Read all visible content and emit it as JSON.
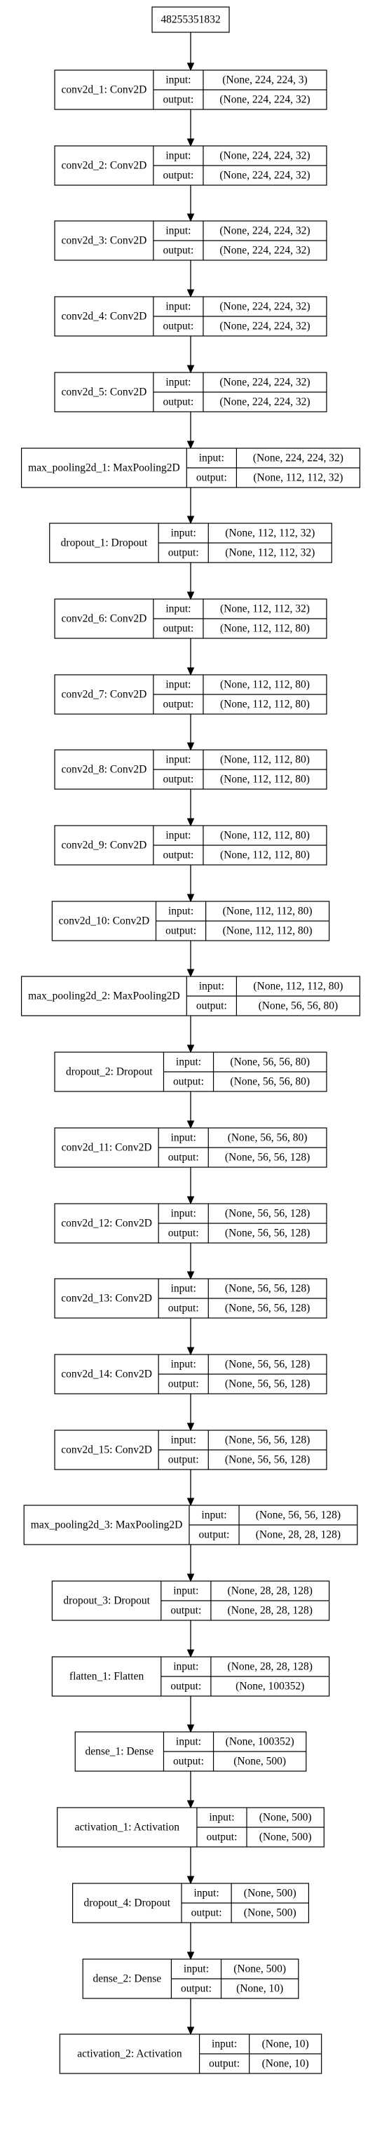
{
  "input_node": {
    "label": "48255351832"
  },
  "labels": {
    "input": "input:",
    "output": "output:"
  },
  "layers": [
    {
      "name": "conv2d_1: Conv2D",
      "input": "(None, 224, 224, 3)",
      "output": "(None, 224, 224, 32)"
    },
    {
      "name": "conv2d_2: Conv2D",
      "input": "(None, 224, 224, 32)",
      "output": "(None, 224, 224, 32)"
    },
    {
      "name": "conv2d_3: Conv2D",
      "input": "(None, 224, 224, 32)",
      "output": "(None, 224, 224, 32)"
    },
    {
      "name": "conv2d_4: Conv2D",
      "input": "(None, 224, 224, 32)",
      "output": "(None, 224, 224, 32)"
    },
    {
      "name": "conv2d_5: Conv2D",
      "input": "(None, 224, 224, 32)",
      "output": "(None, 224, 224, 32)"
    },
    {
      "name": "max_pooling2d_1: MaxPooling2D",
      "input": "(None, 224, 224, 32)",
      "output": "(None, 112, 112, 32)"
    },
    {
      "name": "dropout_1: Dropout",
      "input": "(None, 112, 112, 32)",
      "output": "(None, 112, 112, 32)"
    },
    {
      "name": "conv2d_6: Conv2D",
      "input": "(None, 112, 112, 32)",
      "output": "(None, 112, 112, 80)"
    },
    {
      "name": "conv2d_7: Conv2D",
      "input": "(None, 112, 112, 80)",
      "output": "(None, 112, 112, 80)"
    },
    {
      "name": "conv2d_8: Conv2D",
      "input": "(None, 112, 112, 80)",
      "output": "(None, 112, 112, 80)"
    },
    {
      "name": "conv2d_9: Conv2D",
      "input": "(None, 112, 112, 80)",
      "output": "(None, 112, 112, 80)"
    },
    {
      "name": "conv2d_10: Conv2D",
      "input": "(None, 112, 112, 80)",
      "output": "(None, 112, 112, 80)"
    },
    {
      "name": "max_pooling2d_2: MaxPooling2D",
      "input": "(None, 112, 112, 80)",
      "output": "(None, 56, 56, 80)"
    },
    {
      "name": "dropout_2: Dropout",
      "input": "(None, 56, 56, 80)",
      "output": "(None, 56, 56, 80)"
    },
    {
      "name": "conv2d_11: Conv2D",
      "input": "(None, 56, 56, 80)",
      "output": "(None, 56, 56, 128)"
    },
    {
      "name": "conv2d_12: Conv2D",
      "input": "(None, 56, 56, 128)",
      "output": "(None, 56, 56, 128)"
    },
    {
      "name": "conv2d_13: Conv2D",
      "input": "(None, 56, 56, 128)",
      "output": "(None, 56, 56, 128)"
    },
    {
      "name": "conv2d_14: Conv2D",
      "input": "(None, 56, 56, 128)",
      "output": "(None, 56, 56, 128)"
    },
    {
      "name": "conv2d_15: Conv2D",
      "input": "(None, 56, 56, 128)",
      "output": "(None, 56, 56, 128)"
    },
    {
      "name": "max_pooling2d_3: MaxPooling2D",
      "input": "(None, 56, 56, 128)",
      "output": "(None, 28, 28, 128)"
    },
    {
      "name": "dropout_3: Dropout",
      "input": "(None, 28, 28, 128)",
      "output": "(None, 28, 28, 128)"
    },
    {
      "name": "flatten_1: Flatten",
      "input": "(None, 28, 28, 128)",
      "output": "(None, 100352)"
    },
    {
      "name": "dense_1: Dense",
      "input": "(None, 100352)",
      "output": "(None, 500)"
    },
    {
      "name": "activation_1: Activation",
      "input": "(None, 500)",
      "output": "(None, 500)"
    },
    {
      "name": "dropout_4: Dropout",
      "input": "(None, 500)",
      "output": "(None, 500)"
    },
    {
      "name": "dense_2: Dense",
      "input": "(None, 500)",
      "output": "(None, 10)"
    },
    {
      "name": "activation_2: Activation",
      "input": "(None, 10)",
      "output": "(None, 10)"
    }
  ]
}
